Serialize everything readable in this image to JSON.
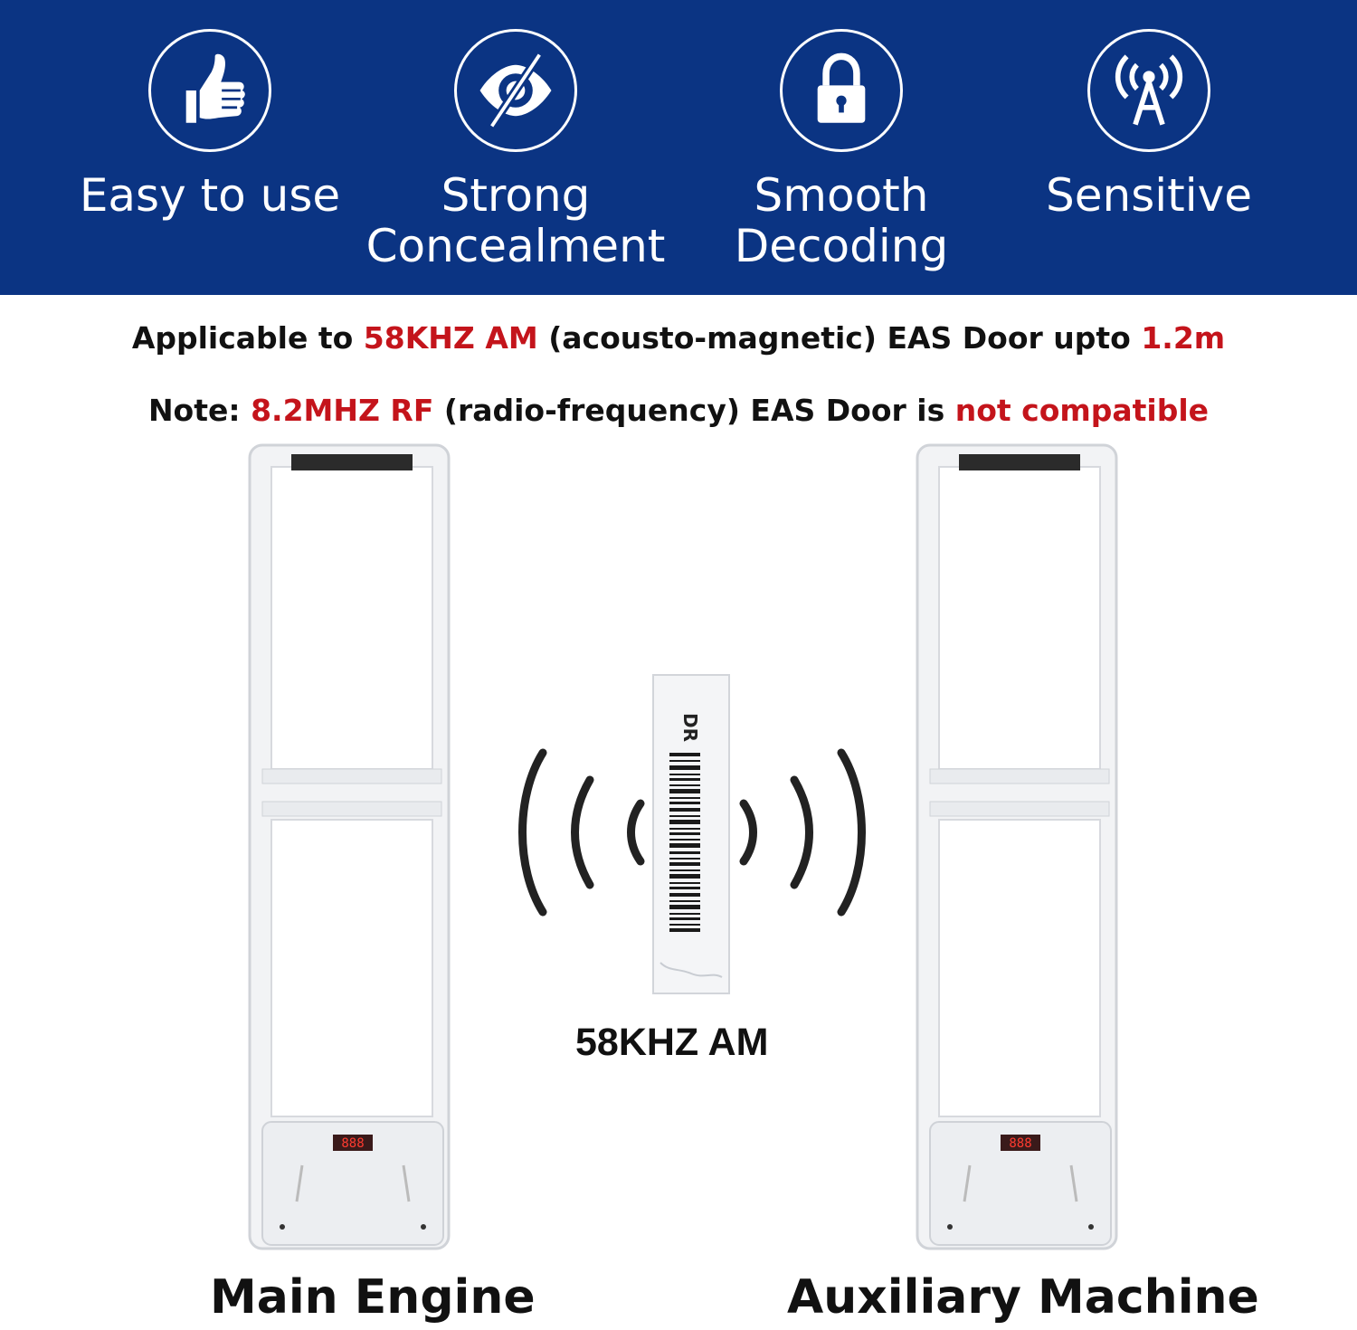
{
  "features": [
    {
      "label": "Easy to use",
      "icon": "thumbs-up-icon"
    },
    {
      "label": "Strong Concealment",
      "icon": "eye-slash-icon"
    },
    {
      "label": "Smooth Decoding",
      "icon": "lock-icon"
    },
    {
      "label": "Sensitive",
      "icon": "antenna-icon"
    }
  ],
  "applicability": {
    "prefix": "Applicable to ",
    "freq": "58KHZ AM",
    "middle": " (acousto-magnetic) EAS Door upto ",
    "distance": "1.2m"
  },
  "note": {
    "prefix": "Note: ",
    "freq": "8.2MHZ RF",
    "middle": " (radio-frequency) EAS Door is ",
    "status": "not compatible"
  },
  "tag": {
    "label": "58KHZ AM",
    "print": "DR"
  },
  "gates": {
    "main_label": "Main Engine",
    "aux_label": "Auxiliary Machine",
    "display_text": "888"
  },
  "colors": {
    "banner": "#0b3483",
    "highlight": "#c4141b"
  }
}
